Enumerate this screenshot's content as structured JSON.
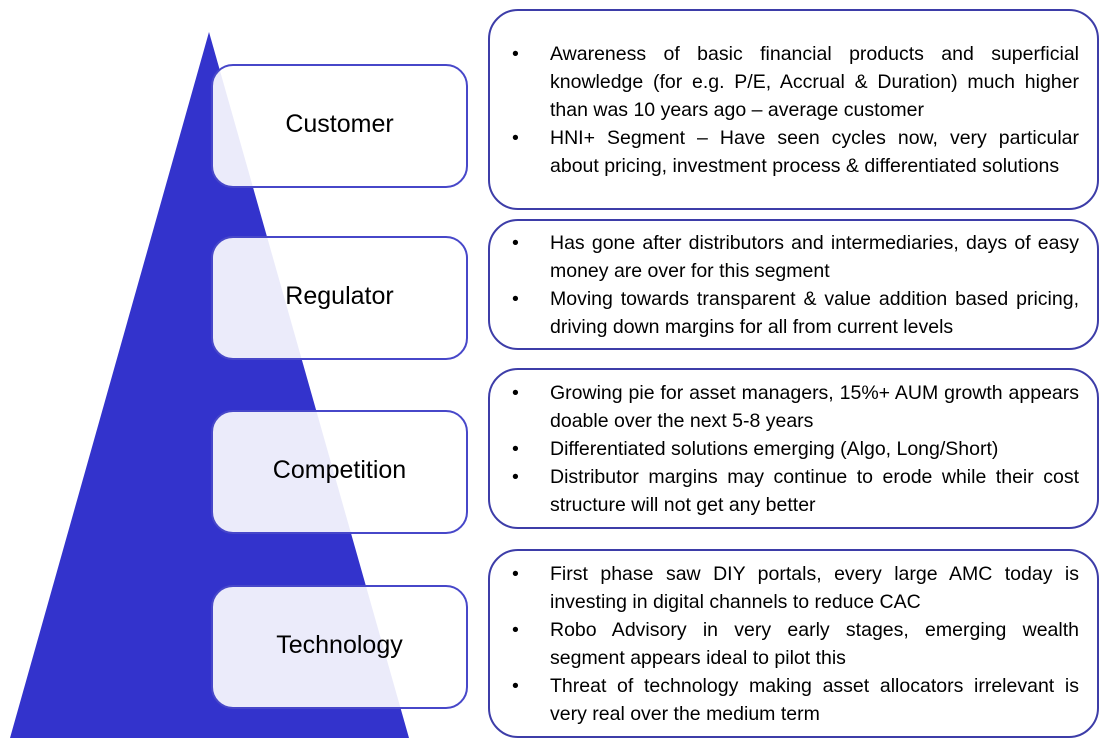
{
  "colors": {
    "pyramid": "#3333cc",
    "label_border": "#4747c9",
    "desc_border": "#3d3da8"
  },
  "rows": [
    {
      "label": "Customer",
      "bullets": [
        "Awareness of basic financial products and superficial knowledge (for e.g. P/E, Accrual & Duration) much higher than was 10 years ago – average customer",
        "HNI+ Segment – Have seen cycles now, very particular about pricing, investment process & differentiated solutions"
      ]
    },
    {
      "label": "Regulator",
      "bullets": [
        "Has gone after distributors and intermediaries, days of easy money are over for this segment",
        "Moving towards transparent & value addition based pricing, driving down margins for all from current levels"
      ]
    },
    {
      "label": "Competition",
      "bullets": [
        "Growing pie for asset managers, 15%+ AUM growth appears doable over the next 5-8 years",
        "Differentiated solutions emerging (Algo, Long/Short)",
        "Distributor margins may continue to erode while their cost structure will not get any better"
      ]
    },
    {
      "label": "Technology",
      "bullets": [
        "First phase saw DIY portals, every large AMC today is investing in digital channels to reduce CAC",
        "Robo Advisory in very early stages, emerging wealth segment appears ideal to pilot this",
        "Threat of technology making asset allocators irrelevant is very real over the medium term"
      ]
    }
  ],
  "bullet_glyph": "•"
}
